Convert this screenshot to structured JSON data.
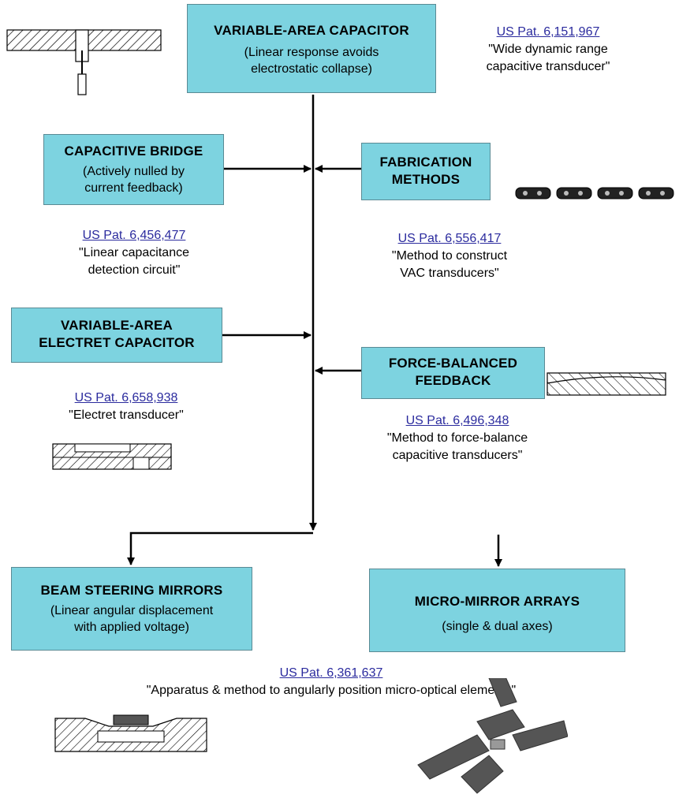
{
  "boxes": {
    "vac": {
      "title": "VARIABLE-AREA CAPACITOR",
      "sub1": "(Linear response avoids",
      "sub2": "electrostatic collapse)"
    },
    "bridge": {
      "title": "CAPACITIVE BRIDGE",
      "sub1": "(Actively nulled by",
      "sub2": "current feedback)"
    },
    "fab": {
      "title1": "FABRICATION",
      "title2": "METHODS"
    },
    "electret": {
      "title1": "VARIABLE-AREA",
      "title2": "ELECTRET CAPACITOR"
    },
    "force": {
      "title1": "FORCE-BALANCED",
      "title2": "FEEDBACK"
    },
    "beam": {
      "title": "BEAM STEERING MIRRORS",
      "sub1": "(Linear angular displacement",
      "sub2": "with applied voltage)"
    },
    "micro": {
      "title": "MICRO-MIRROR ARRAYS",
      "sub1": "(single & dual axes)"
    }
  },
  "patents": {
    "p1": {
      "num": "US Pat. 6,151,967",
      "desc1": "\"Wide dynamic range",
      "desc2": "capacitive transducer\""
    },
    "p2": {
      "num": "US Pat. 6,456,477",
      "desc1": "\"Linear capacitance",
      "desc2": "detection circuit\""
    },
    "p3": {
      "num": "US Pat. 6,556,417",
      "desc1": "\"Method to construct",
      "desc2": "VAC transducers\""
    },
    "p4": {
      "num": "US Pat. 6,658,938",
      "desc1": "\"Electret transducer\""
    },
    "p5": {
      "num": "US Pat. 6,496,348",
      "desc1": "\"Method to force-balance",
      "desc2": "capacitive transducers\""
    },
    "p6": {
      "num": "US Pat. 6,361,637",
      "desc1": "\"Apparatus & method to angularly position micro-optical elements\""
    }
  },
  "colors": {
    "box_fill": "#7dd3e0",
    "link": "#2b2b9e"
  }
}
